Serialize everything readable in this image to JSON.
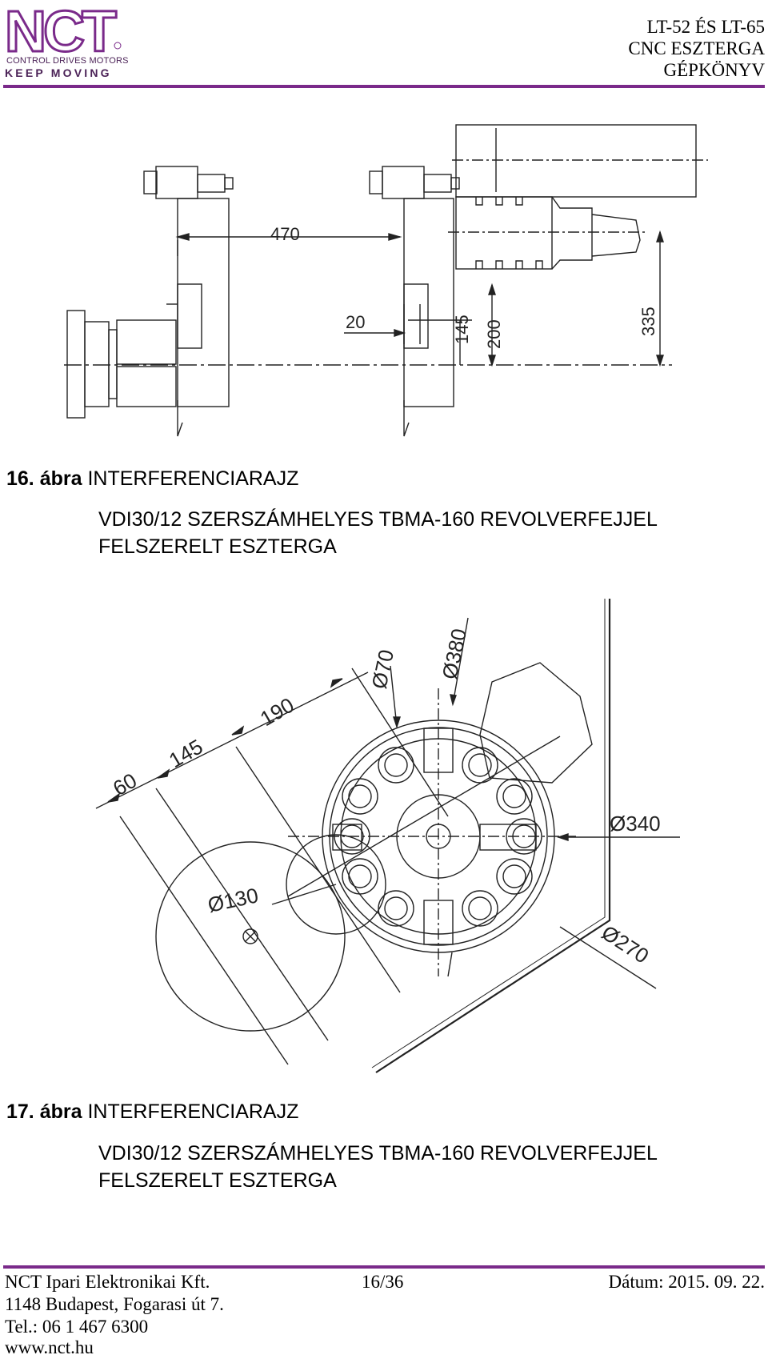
{
  "header": {
    "logo": {
      "mark": "NCT",
      "line1": "CONTROL  DRIVES  MOTORS",
      "line2": "KEEP MOVING"
    },
    "title_lines": [
      "LT-52 ÉS LT-65",
      "CNC ESZTERGA",
      "GÉPKÖNYV"
    ],
    "accent_color": "#7a2a8a"
  },
  "figure16": {
    "number": "16. ábra",
    "title": "INTERFERENCIARAJZ",
    "subtitle_lines": [
      "VDI30/12 SZERSZÁMHELYES TBMA-160 REVOLVERFEJJEL",
      "FELSZERELT ESZTERGA"
    ],
    "dimensions": [
      "470",
      "20",
      "145",
      "200",
      "335"
    ]
  },
  "figure17": {
    "number": "17. ábra",
    "title": "INTERFERENCIARAJZ",
    "subtitle_lines": [
      "VDI30/12 SZERSZÁMHELYES TBMA-160 REVOLVERFEJJEL",
      "FELSZERELT ESZTERGA"
    ],
    "dimensions": [
      "60",
      "145",
      "190",
      "Ø70",
      "Ø380",
      "Ø340",
      "Ø130",
      "Ø270"
    ]
  },
  "footer": {
    "company": "NCT Ipari Elektronikai Kft.",
    "page": "16/36",
    "date": "Dátum: 2015. 09. 22.",
    "address": "1148 Budapest, Fogarasi út 7.",
    "phone": "Tel.: 06 1 467 6300",
    "web": "www.nct.hu"
  }
}
